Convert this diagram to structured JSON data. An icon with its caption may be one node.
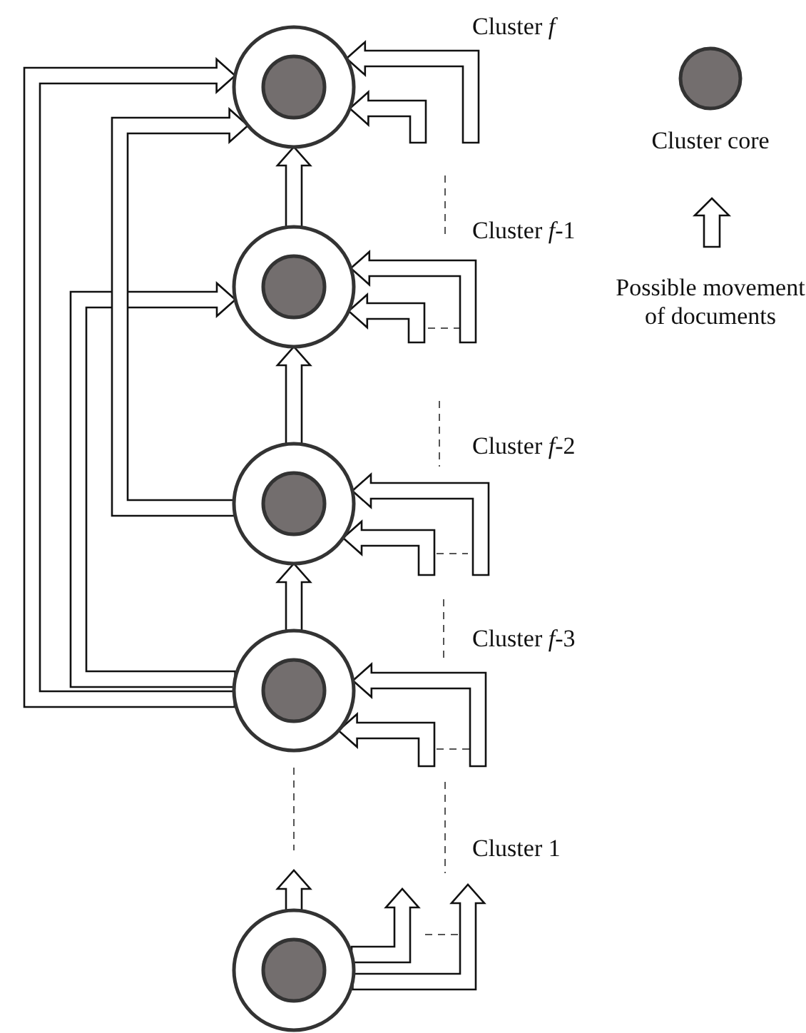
{
  "diagram": {
    "nodes": [
      {
        "text": [],
        "shape": "circle"
      },
      {
        "text": [],
        "shape": "circle"
      },
      {
        "text": [],
        "shape": "circle"
      },
      {
        "text": [],
        "shape": "circle"
      },
      {
        "text": [],
        "shape": "circle"
      }
    ],
    "labels": [
      "Cluster *f*",
      "Cluster *f*-1",
      "Cluster *f*-2",
      "Cluster *f*-3",
      "Cluster 1"
    ],
    "edges": [
      {
        "from": 1,
        "to": 0,
        "arrow": "to"
      },
      {
        "from": 2,
        "to": 1,
        "arrow": "to"
      },
      {
        "from": 3,
        "to": 2,
        "arrow": "to"
      },
      {
        "from": 4,
        "to": null,
        "arrow": "to"
      },
      {
        "from": 3,
        "to": 0,
        "arrow": "to"
      },
      {
        "from": 3,
        "to": 1,
        "arrow": "to"
      },
      {
        "from": 2,
        "to": 0,
        "arrow": "to"
      },
      {
        "from": null,
        "to": 0,
        "arrow": "to"
      },
      {
        "from": null,
        "to": 0,
        "arrow": "to"
      },
      {
        "from": null,
        "to": 1,
        "arrow": "to"
      },
      {
        "from": null,
        "to": 1,
        "arrow": "to"
      },
      {
        "from": null,
        "to": 2,
        "arrow": "to"
      },
      {
        "from": null,
        "to": 2,
        "arrow": "to"
      },
      {
        "from": null,
        "to": 3,
        "arrow": "to"
      },
      {
        "from": null,
        "to": 3,
        "arrow": "to"
      },
      {
        "from": 4,
        "to": null,
        "arrow": "to"
      },
      {
        "from": 4,
        "to": null,
        "arrow": "to"
      }
    ],
    "legend": [
      {
        "text": "Cluster core"
      },
      {
        "text": "Possible movement of documents"
      }
    ]
  }
}
